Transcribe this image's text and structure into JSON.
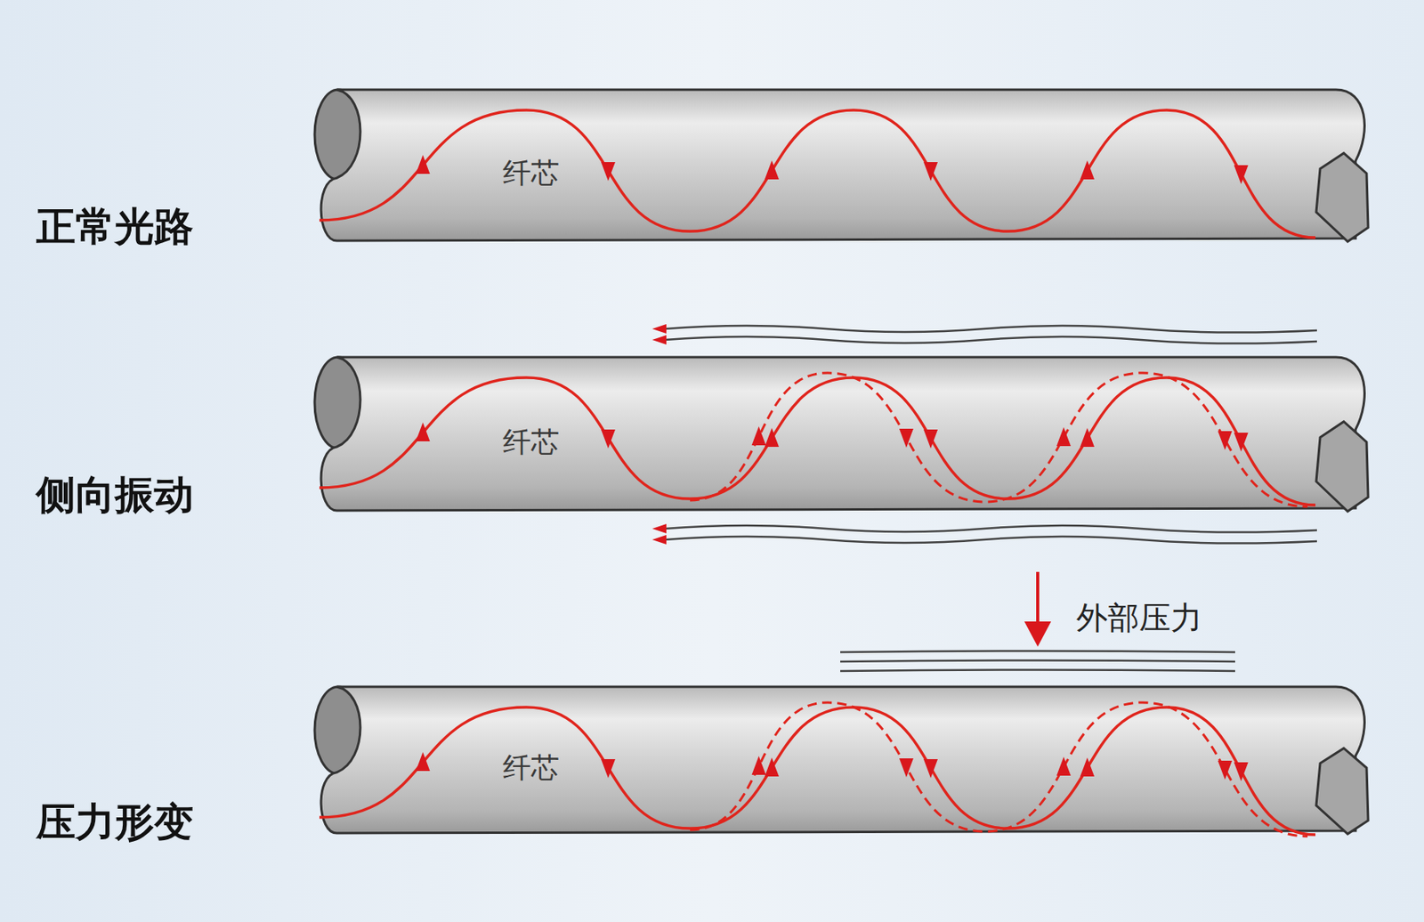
{
  "diagram": {
    "nodes": [
      {
        "text": [
          "纤芯"
        ]
      },
      {
        "text": [
          "纤芯"
        ]
      },
      {
        "text": [
          "纤芯"
        ]
      }
    ],
    "labels": [
      "正常光路",
      "侧向振动",
      "外部压力",
      "压力形变"
    ]
  }
}
